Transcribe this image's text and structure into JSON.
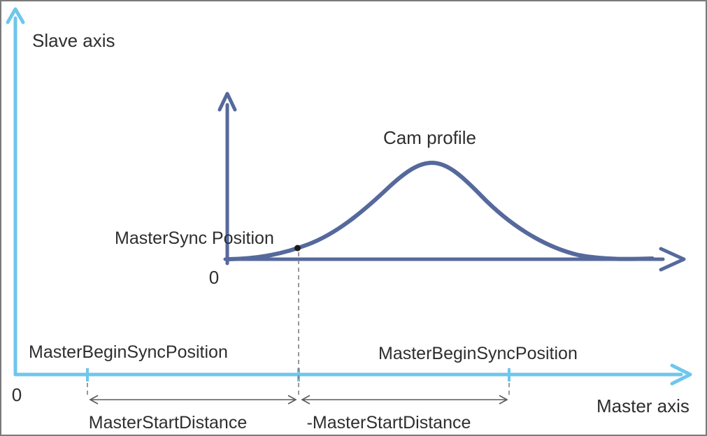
{
  "figure": {
    "labels": {
      "slave_axis": "Slave axis",
      "master_axis": "Master axis",
      "cam_profile": "Cam profile",
      "master_sync_position": "MasterSync Position",
      "master_begin_sync_position_left": "MasterBeginSyncPosition",
      "master_begin_sync_position_right": "MasterBeginSyncPosition",
      "master_start_distance": "MasterStartDistance",
      "neg_master_start_distance": "-MasterStartDistance",
      "master_axis_origin": "0",
      "cam_axis_origin": "0"
    },
    "colors": {
      "axis_light_blue": "#6FC6EC",
      "cam_blue": "#56699C",
      "text_color": "#2E2E2E",
      "dimension_gray": "#5A5A5A",
      "dashed_gray": "#7E7E7E",
      "border_gray": "#7A7A7A",
      "background": "#FFFFFF"
    }
  }
}
